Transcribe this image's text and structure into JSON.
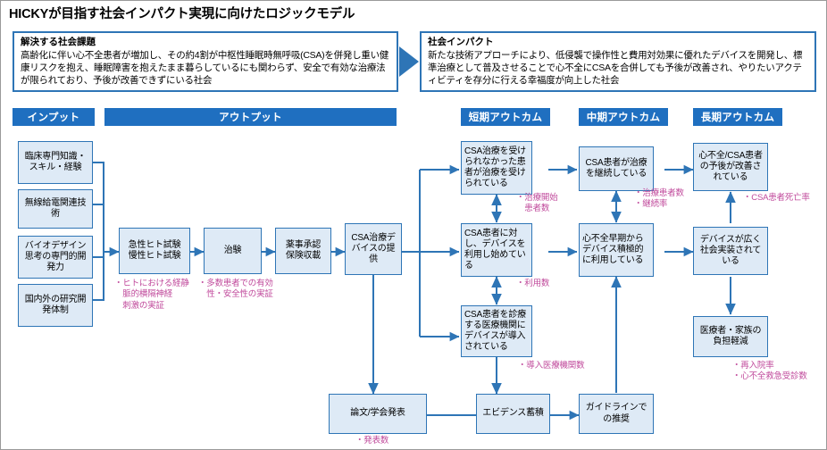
{
  "page": {
    "title": "HICKYが目指す社会インパクト実現に向けたロジックモデル",
    "accent_blue": "#1F6FC0",
    "box_fill": "#DEEAF6",
    "box_border": "#2E75B6",
    "kpi_color": "#C0499B"
  },
  "statements": {
    "problem": {
      "heading": "解決する社会課題",
      "body": "高齢化に伴い心不全患者が増加し、その約4割が中枢性睡眠時無呼吸(CSA)を併発し重い健康リスクを抱え、睡眠障害を抱えたまま暮らしているにも関わらず、安全で有効な治療法が限られており、予後が改善できずにいる社会"
    },
    "impact": {
      "heading": "社会インパクト",
      "body": "新たな技術アプローチにより、低侵襲で操作性と費用対効果に優れたデバイスを開発し、標準治療として普及させることで心不全にCSAを合併しても予後が改善され、やりたいアクティビティを存分に行える幸福度が向上した社会"
    }
  },
  "columns": [
    {
      "id": "input",
      "label": "インプット"
    },
    {
      "id": "output",
      "label": "アウトプット"
    },
    {
      "id": "short",
      "label": "短期アウトカム"
    },
    {
      "id": "mid",
      "label": "中期アウトカム"
    },
    {
      "id": "long",
      "label": "長期アウトカム"
    }
  ],
  "inputs": [
    {
      "label": "臨床専門知識・スキル・経験"
    },
    {
      "label": "無線給電関連技術"
    },
    {
      "label": "バイオデザイン思考の専門的開発力"
    },
    {
      "label": "国内外の研究開発体制"
    }
  ],
  "outputs": [
    {
      "label": "急性ヒト試験\n慢性ヒト試験"
    },
    {
      "label": "治験"
    },
    {
      "label": "薬事承認\n保険収載"
    },
    {
      "label": "CSA治療デバイスの提供"
    }
  ],
  "output_kpis": [
    {
      "label": "・ヒトにおける経静\n　脈的横隔神経\n　刺激の実証"
    },
    {
      "label": "・多数患者での有効\n　性・安全性の実証"
    }
  ],
  "short_outcomes": [
    {
      "label": "CSA治療を受けられなかった患者が治療を受けられている"
    },
    {
      "label": "CSA患者に対し、デバイスを利用し始めている"
    },
    {
      "label": "CSA患者を診療する医療機関にデバイスが導入されている"
    }
  ],
  "short_kpis": [
    {
      "label": "・治療開始\n　患者数"
    },
    {
      "label": "・利用数"
    },
    {
      "label": "・導入医療機関数"
    }
  ],
  "mid_outcomes": [
    {
      "label": "CSA患者が治療を継続している"
    },
    {
      "label": "心不全早期からデバイス積極的に利用している"
    }
  ],
  "mid_kpis": [
    {
      "label": "・治療患者数\n・継続率"
    }
  ],
  "long_outcomes": [
    {
      "label": "心不全/CSA患者の予後が改善されている"
    },
    {
      "label": "デバイスが広く社会実装されている"
    },
    {
      "label": "医療者・家族の負担軽減"
    }
  ],
  "long_kpis": [
    {
      "label": "・CSA患者死亡率"
    },
    {
      "label": "・再入院率\n・心不全救急受診数"
    }
  ],
  "bottom_flow": [
    {
      "label": "論文/学会発表"
    },
    {
      "label": "エビデンス蓄積"
    },
    {
      "label": "ガイドラインでの推奨"
    }
  ],
  "bottom_kpis": [
    {
      "label": "・発表数"
    }
  ]
}
